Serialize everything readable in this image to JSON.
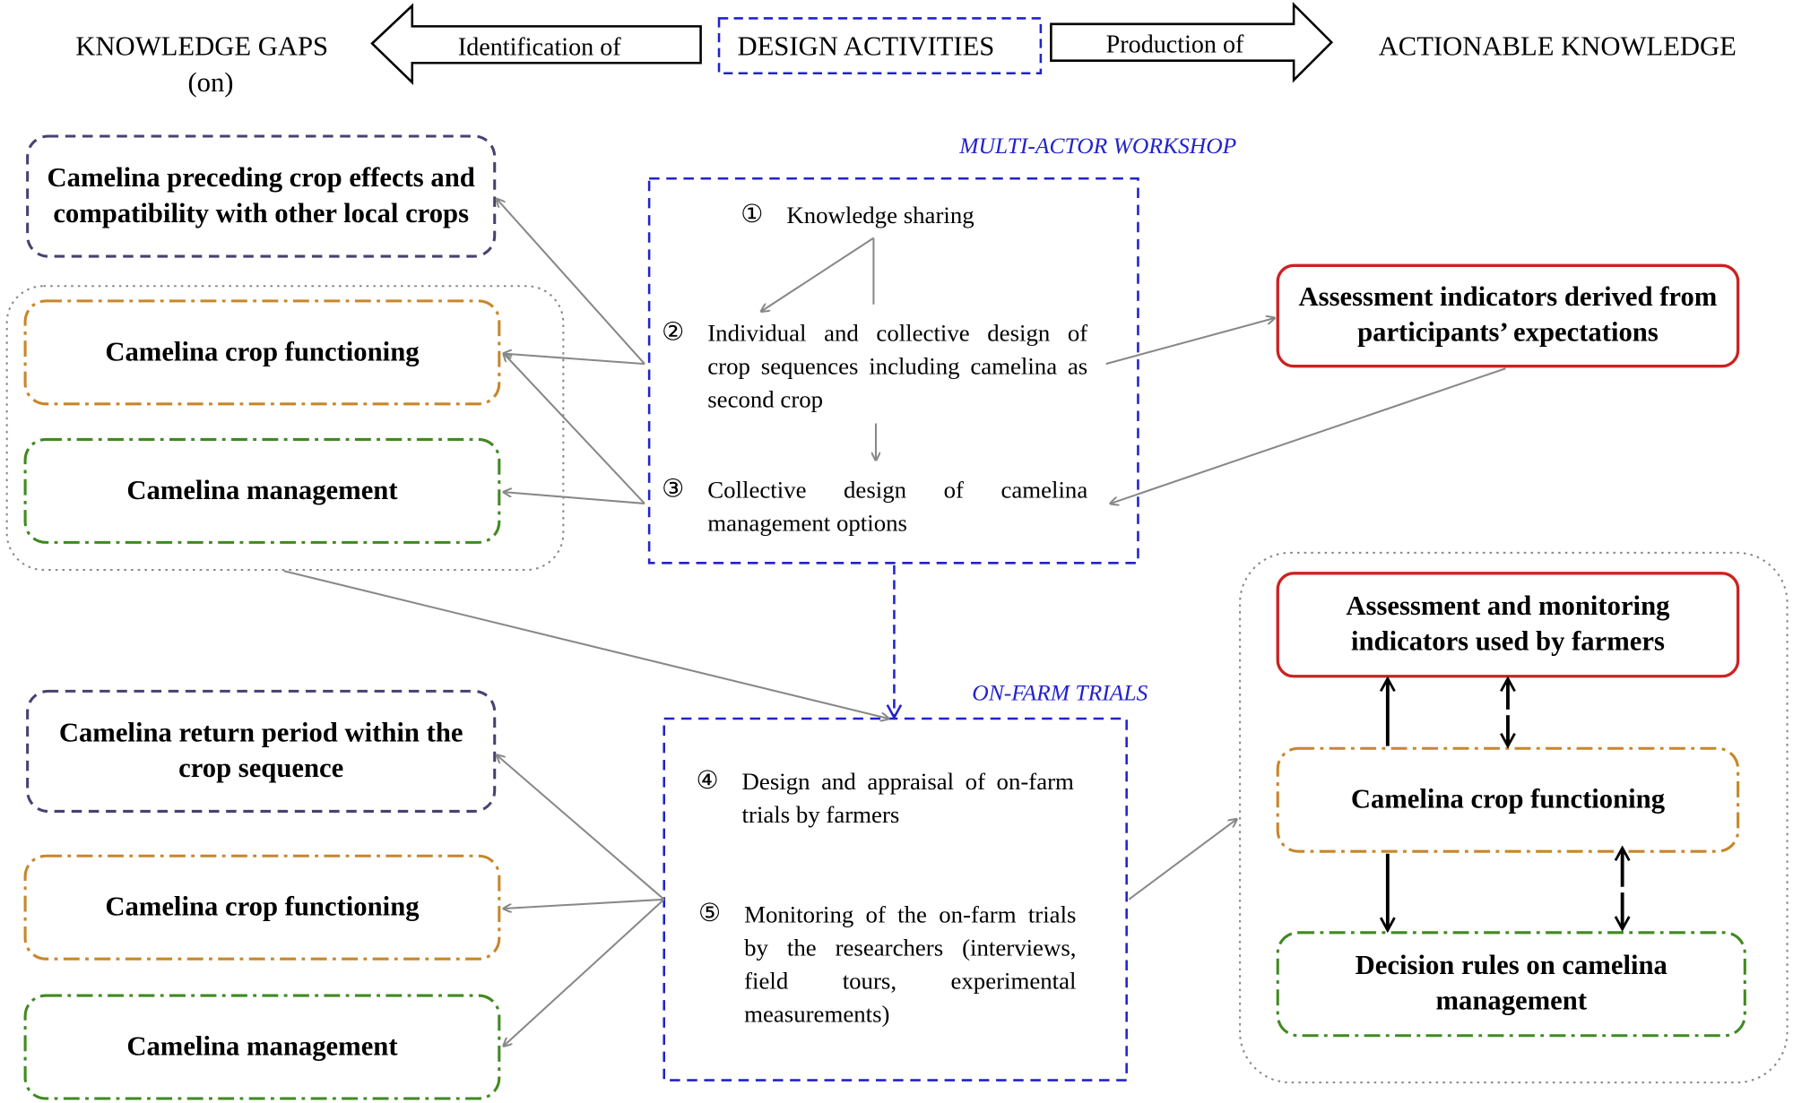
{
  "header": {
    "gaps_title": "KNOWLEDGE GAPS",
    "gaps_sub": "(on)",
    "left_arrow": "Identification of",
    "center": "DESIGN ACTIVITIES",
    "right_arrow": "Production of",
    "actionable": "ACTIONABLE KNOWLEDGE"
  },
  "workshop": {
    "title": "MULTI-ACTOR WORKSHOP",
    "step1": {
      "num": "①",
      "text": "Knowledge sharing"
    },
    "step2": {
      "num": "②",
      "text": "Individual and collective design of crop sequences including camelina as second crop"
    },
    "step3": {
      "num": "③",
      "text": "Collective design of camelina management options"
    }
  },
  "trials": {
    "title": "ON-FARM TRIALS",
    "step4": {
      "num": "④",
      "text": "Design and appraisal of on-farm trials by farmers"
    },
    "step5": {
      "num": "⑤",
      "text": "Monitoring of the on-farm trials by the researchers (interviews, field tours, experimental measurements)"
    }
  },
  "gaps_top": {
    "preceding": "Camelina preceding crop effects and compatibility with other local crops",
    "functioning": "Camelina crop functioning",
    "management": "Camelina management"
  },
  "gaps_bottom": {
    "return": "Camelina return period within the crop sequence",
    "functioning": "Camelina crop functioning",
    "management": "Camelina management"
  },
  "knowledge": {
    "assessment": "Assessment indicators derived from participants’ expectations",
    "monitoring": "Assessment and monitoring indicators used by farmers",
    "functioning": "Camelina crop functioning",
    "decision": "Decision rules on camelina management"
  },
  "colors": {
    "purple": "#4a4070",
    "orange": "#c8862a",
    "green": "#3f8a20",
    "red": "#cc2222",
    "blue": "#2222cc",
    "arrow_gray": "#888888"
  }
}
